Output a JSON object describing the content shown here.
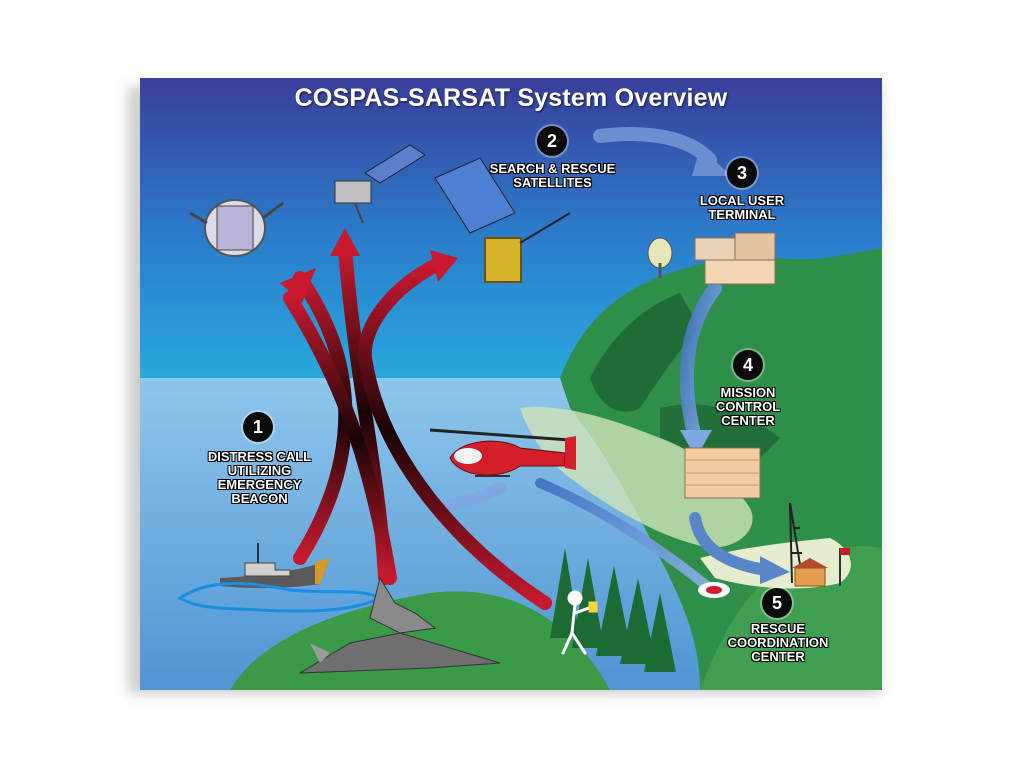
{
  "diagram": {
    "title": "COSPAS-SARSAT System Overview",
    "steps": [
      {
        "number": "1",
        "label": "DISTRESS CALL\nUTILIZING\nEMERGENCY\nBEACON"
      },
      {
        "number": "2",
        "label": "SEARCH & RESCUE\nSATELLITES"
      },
      {
        "number": "3",
        "label": "LOCAL USER\nTERMINAL"
      },
      {
        "number": "4",
        "label": "MISSION\nCONTROL\nCENTER"
      },
      {
        "number": "5",
        "label": "RESCUE\nCOORDINATION\nCENTER"
      }
    ]
  },
  "colors": {
    "sky_top": "#3a3e9a",
    "sky_bottom": "#2aa7dc",
    "sea": "#6fb3e0",
    "land": "#2f8f4a",
    "signal_red": "#b0142a",
    "flow_blue": "#5a86c8"
  }
}
